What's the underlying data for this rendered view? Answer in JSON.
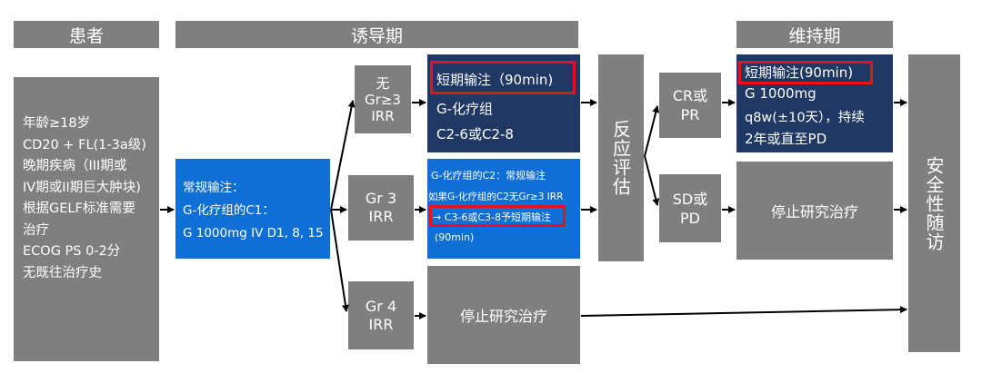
{
  "headers": {
    "patient": "患者",
    "induction": "诱导期",
    "maintenance": "维持期"
  },
  "patient_box": {
    "lines": [
      "年龄≥18岁",
      "CD20 + FL(1-3a级)",
      "晚期疾病（III期或",
      "IV期或II期巨大肿块)",
      "根据GELF标准需要",
      "治疗",
      "ECOG PS 0-2分",
      "无既往治疗史"
    ]
  },
  "routine_box": {
    "lines": [
      "常规输注：",
      "G-化疗组的C1：",
      "G 1000mg IV D1, 8, 15"
    ]
  },
  "irr": {
    "none": [
      "无",
      "Gr≥3",
      "IRR"
    ],
    "gr3": [
      "Gr 3",
      "IRR"
    ],
    "gr4": [
      "Gr 4",
      "IRR"
    ]
  },
  "short_box": {
    "title": "短期输注（90min)",
    "line2": "G-化疗组",
    "line3": "C2-6或C2-8"
  },
  "gr3_box": {
    "line1": "G-化疗组的C2：常规输注",
    "line2": "如果G-化疗组的C2无Gr≥3 IRR",
    "line3": "→ C3-6或C3-8予短期输注",
    "line4": "(90min)"
  },
  "stop_induction": "停止研究治疗",
  "response": "反应评估",
  "cr_pr": [
    "CR或",
    "PR"
  ],
  "sd_pd": [
    "SD或",
    "PD"
  ],
  "maint_box": {
    "title": "短期输注(90min)",
    "line2": "G 1000mg",
    "line3": "q8w(±10天），持续",
    "line4": "2年或直至PD"
  },
  "stop_maint": "停止研究治疗",
  "safety": "安全性随访",
  "colors": {
    "gray": "#7f7f7f",
    "navy": "#1f3864",
    "blue": "#0f6fd6",
    "red": "#e8121b",
    "arrow": "#000000"
  }
}
